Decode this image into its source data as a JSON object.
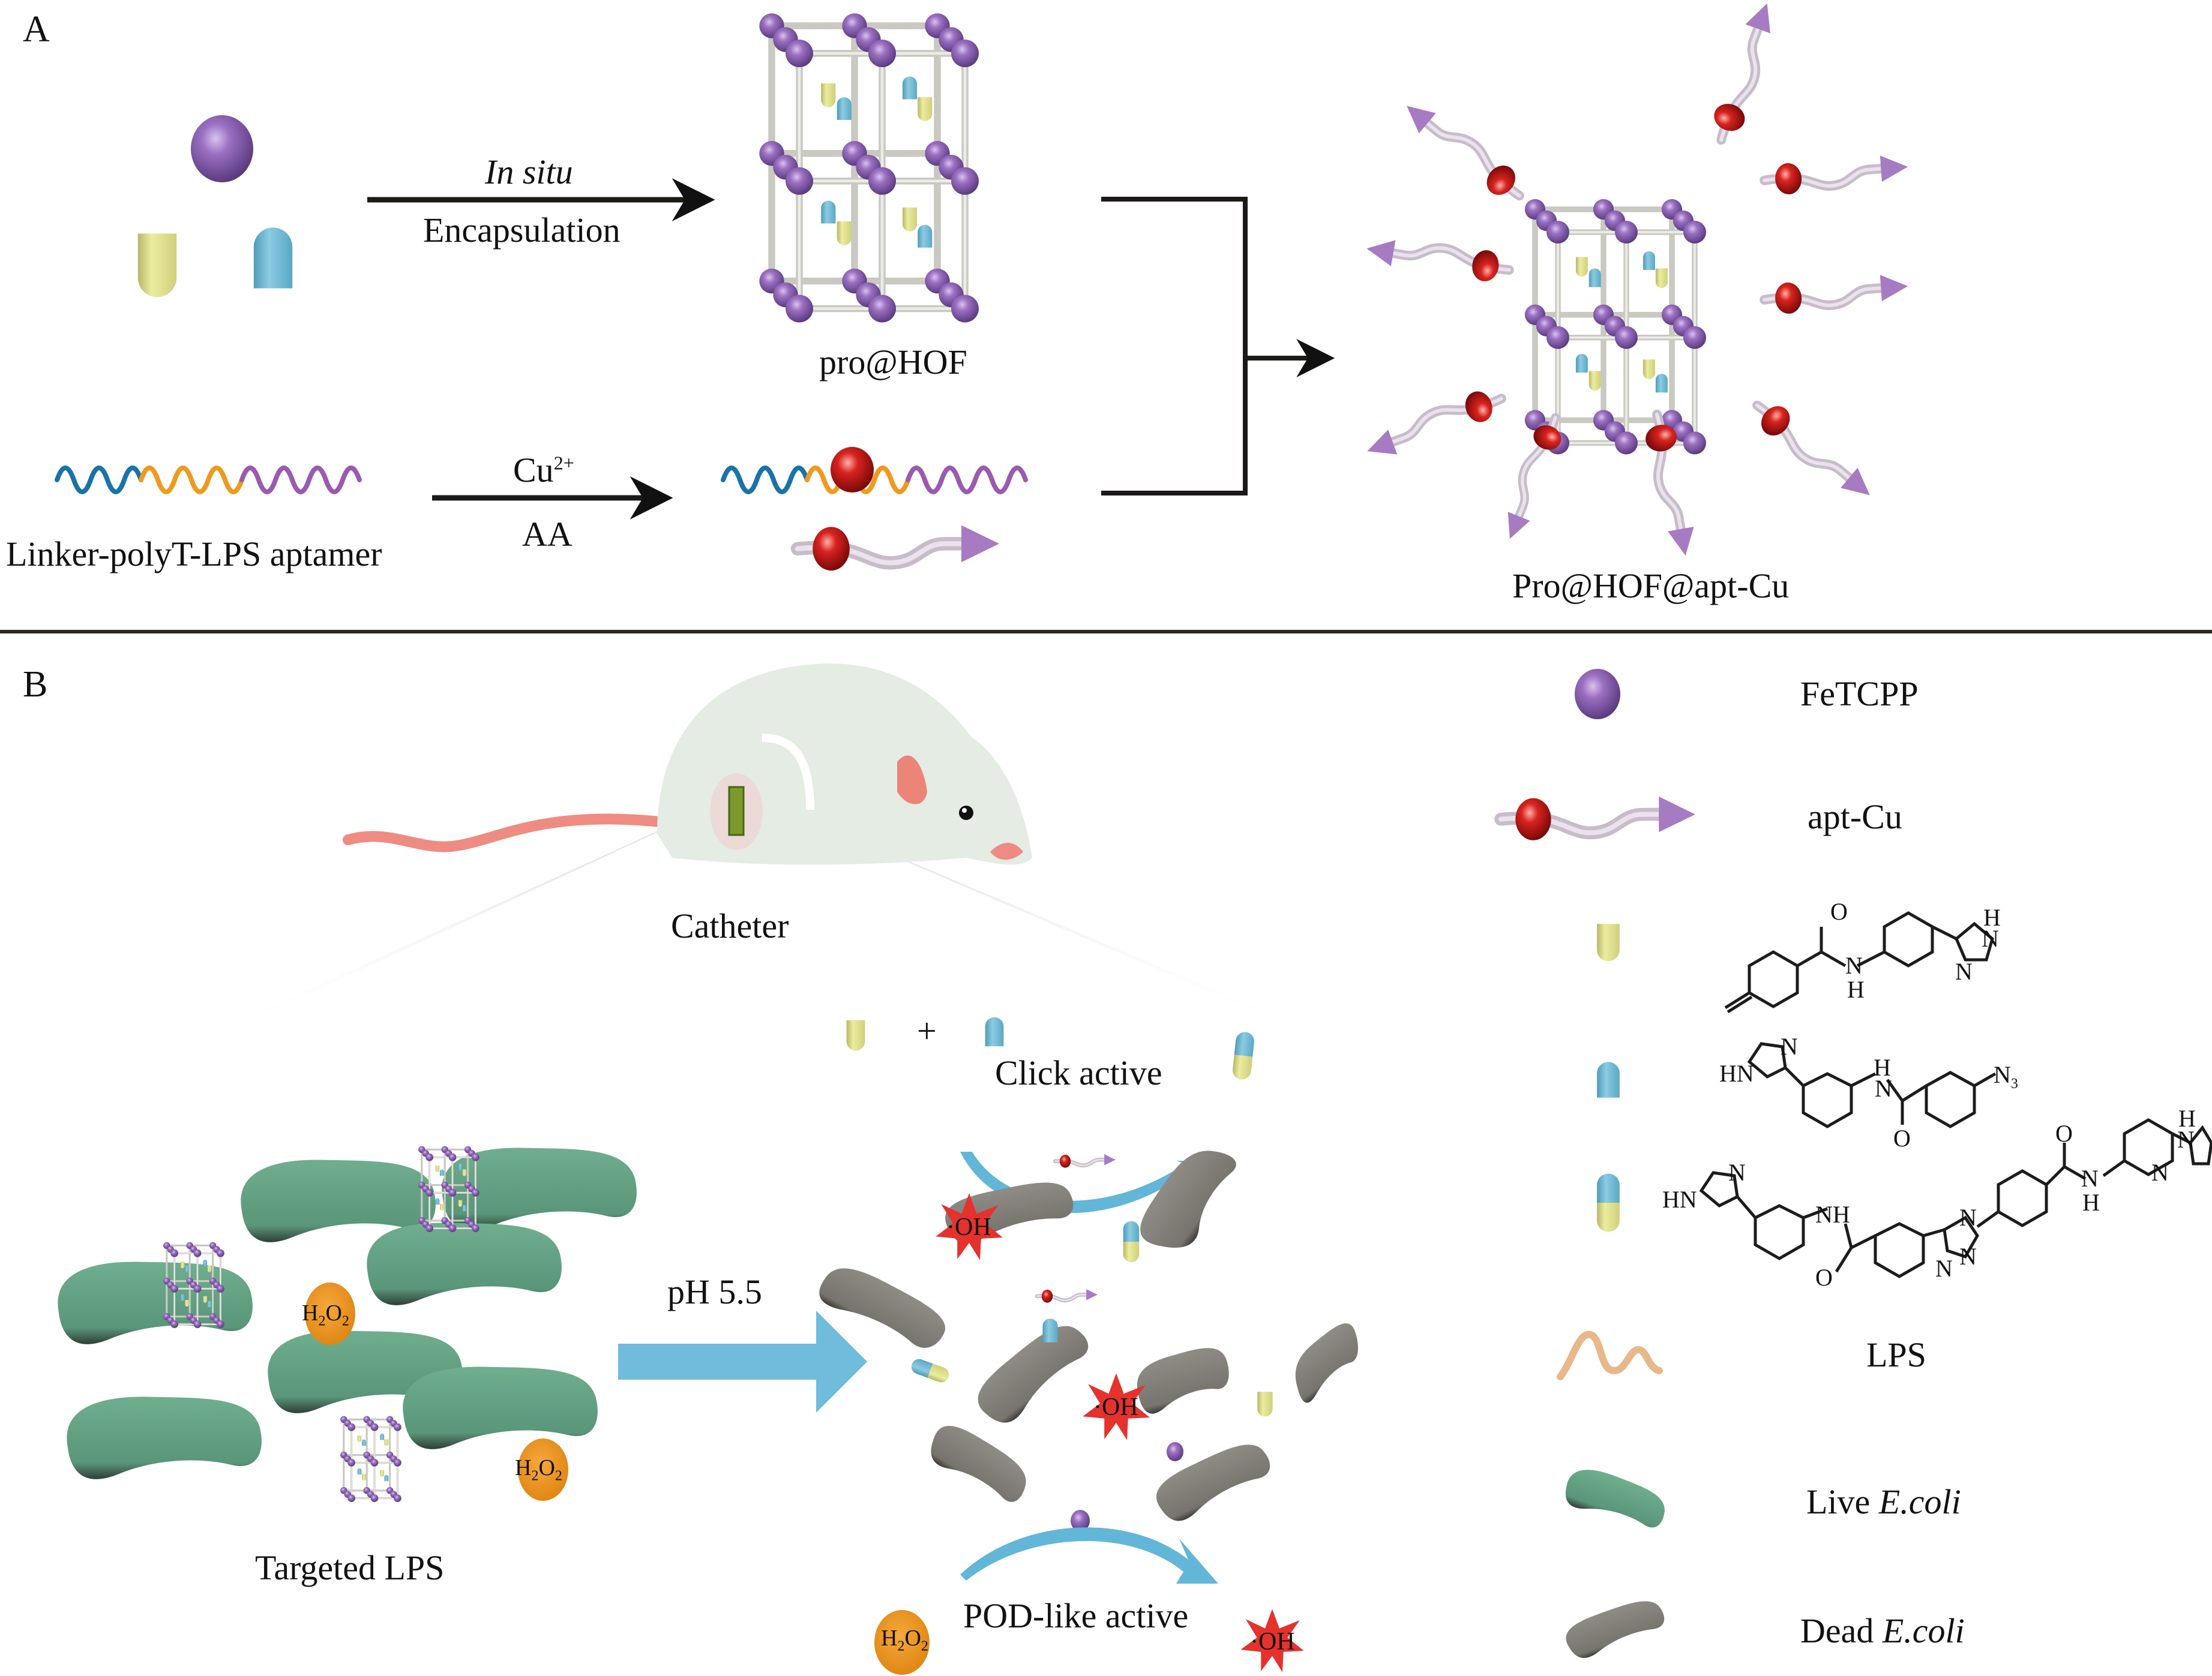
{
  "panels": {
    "a": {
      "letter": "A",
      "step1": {
        "label_top": "In situ",
        "label_bottom": "Encapsulation"
      },
      "product1": "pro@HOF",
      "step2": {
        "label_top_base": "Cu",
        "label_top_sup": "2+",
        "label_bottom": "AA"
      },
      "reagent2": "Linker-polyT-LPS aptamer",
      "final_product": "Pro@HOF@apt-Cu"
    },
    "b": {
      "letter": "B",
      "model_label": "Catheter",
      "left_label": "Targeted LPS",
      "arrow_label": "pH 5.5",
      "click_label": "Click active",
      "plus": "+",
      "pod_label": "POD-like active",
      "h2o2": {
        "base1": "H",
        "sub1": "2",
        "base2": "O",
        "sub2": "2"
      },
      "oh_radical": "·OH"
    }
  },
  "legend": {
    "items": [
      {
        "icon": "fetcpp-sphere-icon",
        "label": "FeTCPP"
      },
      {
        "icon": "apt-cu-icon",
        "label": "apt-Cu"
      },
      {
        "icon": "yellow-probe-icon",
        "label": "",
        "chem": {
          "O": "O",
          "NH_N": "N",
          "NH_H": "H",
          "ring_H": "H",
          "ring_N1": "N",
          "ring_N2": "N"
        }
      },
      {
        "icon": "blue-probe-icon",
        "label": "",
        "chem": {
          "ring_N": "N",
          "HN": "HN",
          "NH_H": "H",
          "NH_N": "N",
          "O": "O",
          "N3": "N",
          "N3_sub": "3"
        }
      },
      {
        "icon": "clicked-probe-icon",
        "label": "",
        "chem": {
          "ring_N": "N",
          "HN": "HN",
          "NH": "NH",
          "O1": "O",
          "triazole_N1": "N",
          "triazole_N2": "N",
          "triazole_N3": "N",
          "O2": "O",
          "NH2_N": "N",
          "NH2_H": "H",
          "ring2_H": "H",
          "ring2_N1": "N",
          "ring2_N2": "N"
        }
      },
      {
        "icon": "lps-icon",
        "label": "LPS"
      },
      {
        "icon": "live-ecoli-icon",
        "label_plain": "Live ",
        "label_italic": "E.coli"
      },
      {
        "icon": "dead-ecoli-icon",
        "label_plain": "Dead ",
        "label_italic": "E.coli"
      }
    ]
  },
  "colors": {
    "fetcpp": "#8a5fb0",
    "copper": "#d0201f",
    "yellow_probe": "#e3e38e",
    "blue_probe": "#6bb4cf",
    "live_ecoli": "#5e9f7f",
    "dead_ecoli": "#7d7a74",
    "h2o2": "#ec9323",
    "oh": "#e5322d",
    "process_arrow": "#62b6d8",
    "linker_blue": "#1a73a8",
    "polyT_orange": "#ef9a1f",
    "aptamer_purple": "#9a5ab0",
    "lps": "#e8b88a"
  }
}
